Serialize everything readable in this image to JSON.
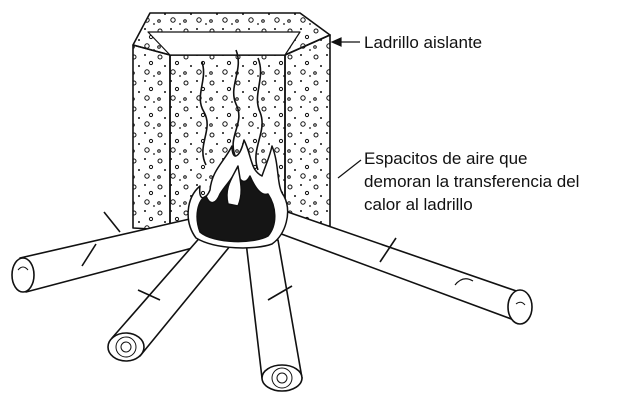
{
  "labels": {
    "insulating_brick": "Ladrillo aislante",
    "air_pockets": [
      "Espacitos de aire que",
      "demoran la transferencia del",
      "calor al ladrillo"
    ]
  },
  "colors": {
    "ink": "#111111",
    "background": "#ffffff"
  }
}
